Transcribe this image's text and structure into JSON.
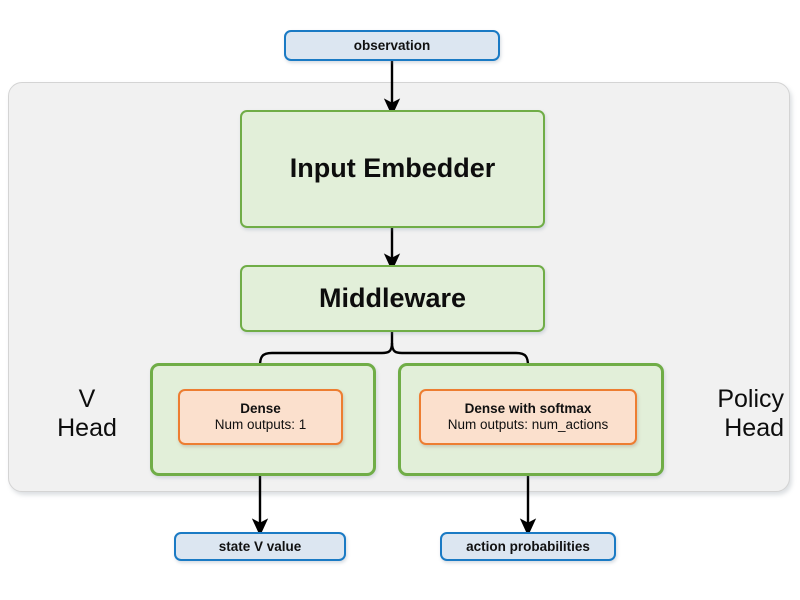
{
  "diagram": {
    "title_visible": false,
    "colors": {
      "io_fill": "#dce6f1",
      "io_border": "#1a7ac4",
      "block_fill": "#e2efd9",
      "block_border": "#70ad47",
      "dense_fill": "#fbe0cd",
      "dense_border": "#ed7d31",
      "panel_fill": "#f1f1f1",
      "panel_border": "#d4d4d4",
      "arrow": "#000000"
    },
    "nodes": {
      "observation": "observation",
      "input_embedder": "Input Embedder",
      "middleware": "Middleware",
      "dense_v": {
        "title": "Dense",
        "subtitle": "Num outputs: 1"
      },
      "dense_policy": {
        "title": "Dense with softmax",
        "subtitle": "Num outputs: num_actions"
      },
      "state_v_value": "state V value",
      "action_probabilities": "action probabilities"
    },
    "labels": {
      "v_head_line1": "V",
      "v_head_line2": "Head",
      "policy_head_line1": "Policy",
      "policy_head_line2": "Head"
    }
  }
}
